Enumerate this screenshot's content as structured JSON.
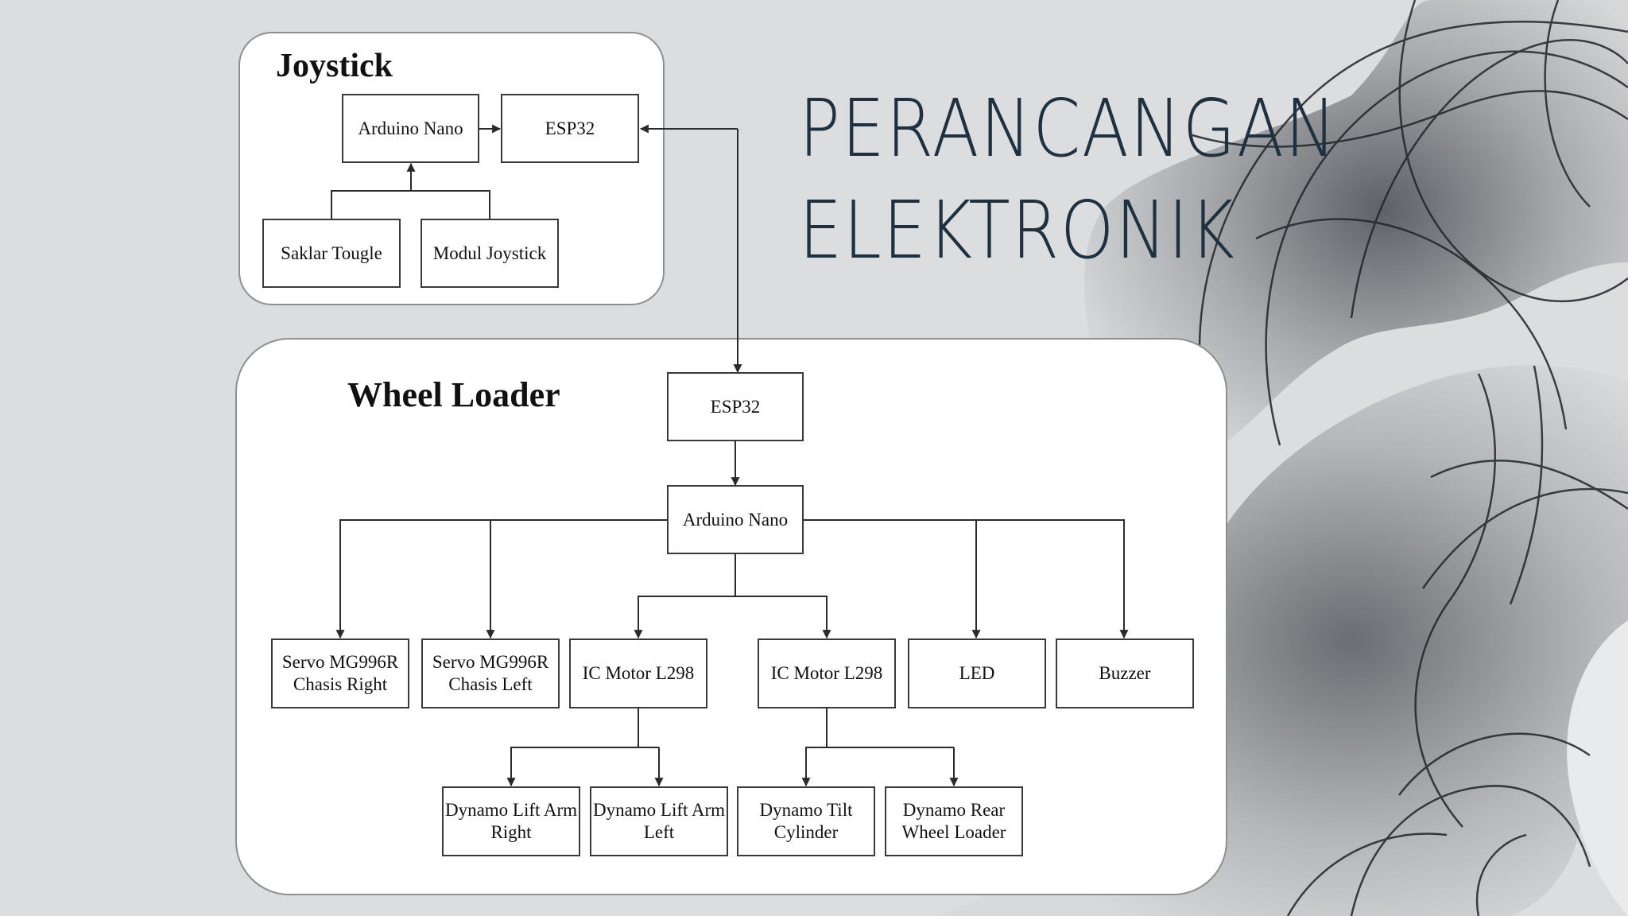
{
  "slide": {
    "title_line1": "PERANCANGAN",
    "title_line2": "ELEKTRONIK"
  },
  "colors": {
    "background": "#dcdddf",
    "title_text": "#1e3140",
    "panel": "#ffffff",
    "art_strokes": "#1f2429"
  },
  "joystick": {
    "title": "Joystick",
    "nodes": {
      "arduino_nano": "Arduino Nano",
      "esp32": "ESP32",
      "saklar_tougle": "Saklar Tougle",
      "modul_joystick": "Modul Joystick"
    }
  },
  "wheel_loader": {
    "title": "Wheel Loader",
    "nodes": {
      "esp32": "ESP32",
      "arduino_nano": "Arduino Nano",
      "servo_right": [
        "Servo MG996R",
        "Chasis Right"
      ],
      "servo_left": [
        "Servo MG996R",
        "Chasis Left"
      ],
      "ic_motor_1": "IC Motor L298",
      "ic_motor_2": "IC Motor L298",
      "led": "LED",
      "buzzer": "Buzzer",
      "dynamo_lift_right": [
        "Dynamo Lift Arm",
        "Right"
      ],
      "dynamo_lift_left": [
        "Dynamo Lift Arm",
        "Left"
      ],
      "dynamo_tilt": [
        "Dynamo  Tilt",
        "Cylinder"
      ],
      "dynamo_rear": [
        "Dynamo  Rear",
        "Wheel Loader"
      ]
    }
  }
}
